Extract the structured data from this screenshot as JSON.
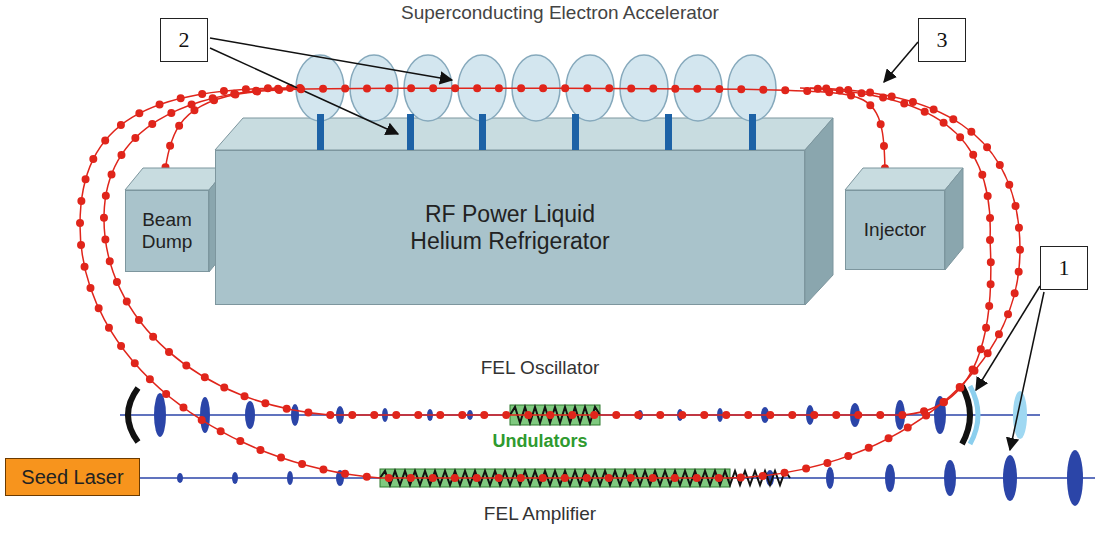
{
  "diagram": {
    "nodes": [
      {
        "text": [
          "Beam Dump"
        ]
      },
      {
        "text": [
          "RF Power Liquid Helium Refrigerator"
        ]
      },
      {
        "text": [
          "Injector"
        ]
      },
      {
        "text": [
          "Seed Laser"
        ]
      }
    ],
    "edges": [
      {
        "from": 2,
        "to": 0,
        "arrow": "none"
      }
    ],
    "labels": [
      "Superconducting Electron Accelerator",
      "2",
      "3",
      "1",
      "FEL Oscillator",
      "Undulators",
      "FEL Amplifier"
    ]
  }
}
